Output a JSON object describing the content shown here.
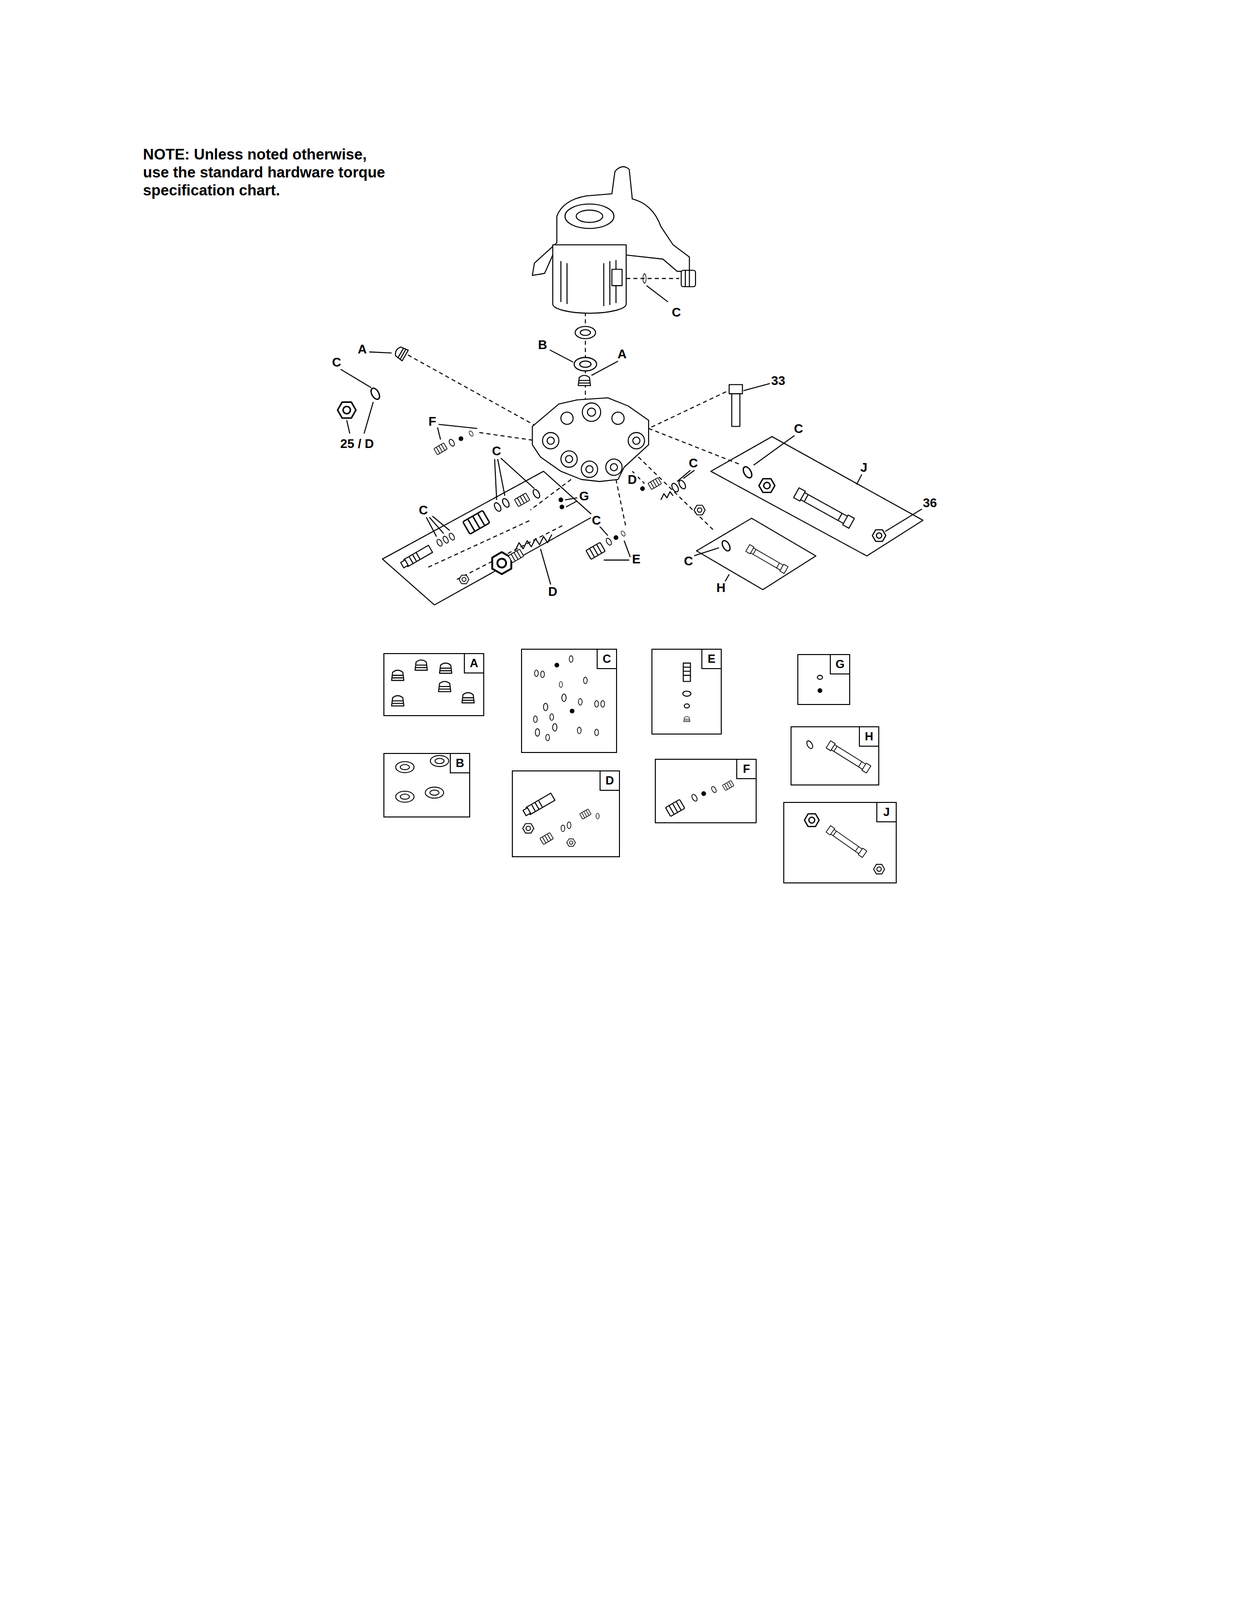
{
  "diagram": {
    "nodes": [
      {
        "text": [
          "A"
        ]
      },
      {
        "text": [
          "C"
        ]
      },
      {
        "text": [
          "E"
        ]
      },
      {
        "text": [
          "G"
        ]
      },
      {
        "text": [
          "B"
        ]
      },
      {
        "text": [
          "D"
        ]
      },
      {
        "text": [
          "F"
        ]
      },
      {
        "text": [
          "H"
        ]
      },
      {
        "text": [
          "J"
        ]
      }
    ],
    "labels": [
      "NOTE: Unless noted otherwise, use the standard hardware torque specification chart.",
      "C",
      "B",
      "A",
      "A",
      "C",
      "33",
      "F",
      "C",
      "25 / D",
      "C",
      "C",
      "J",
      "D",
      "G",
      "36",
      "C",
      "C",
      "E",
      "C",
      "H",
      "D"
    ]
  }
}
